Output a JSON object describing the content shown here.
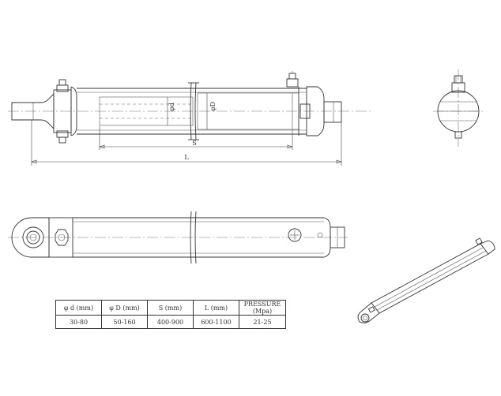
{
  "front_view": {
    "labels": {
      "rod_diameter": "φd",
      "bore_diameter": "φD",
      "stroke": "S",
      "length": "L"
    }
  },
  "spec_table": {
    "headers": [
      "φ d (mm)",
      "φ D (mm)",
      "S (mm)",
      "L (mm)",
      "PRESSURE (Mpa)"
    ],
    "values": [
      "30-80",
      "50-160",
      "400-900",
      "600-1100",
      "21-25"
    ]
  }
}
